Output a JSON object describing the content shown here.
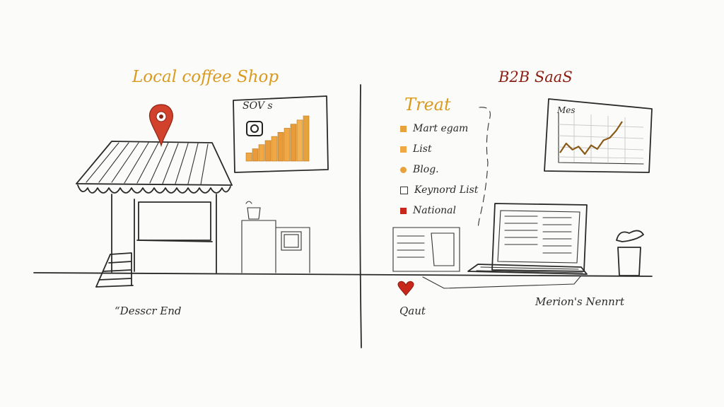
{
  "left_panel": {
    "title": "Local coffee Shop",
    "chart_label": "SOV s",
    "caption": "“Desscr End"
  },
  "right_panel": {
    "title": "B2B SaaS",
    "list_title": "Treat",
    "list_items": [
      {
        "label": "Mart egam",
        "color": "#e8a23c",
        "shape": "square"
      },
      {
        "label": "List",
        "color": "#f0a845",
        "shape": "square"
      },
      {
        "label": "Blog.",
        "color": "#e8a23c",
        "shape": "circle"
      },
      {
        "label": "Keynord List",
        "color": "#ffffff",
        "shape": "outline"
      },
      {
        "label": "National",
        "color": "#c8281c",
        "shape": "square"
      }
    ],
    "chart_label": "Mes",
    "caption_center": "Qaut",
    "caption_right": "Merion's Nennrt"
  },
  "icons": [
    "location-pin-icon",
    "instagram-icon",
    "heart-icon",
    "coffee-cup-icon",
    "laptop-icon"
  ],
  "chart_data": [
    {
      "type": "bar",
      "title": "SOV s",
      "values": [
        2,
        3,
        4,
        5,
        6,
        7,
        8,
        9,
        10,
        11
      ],
      "colors": [
        "#f0a845",
        "#e89b3a",
        "#f0a845",
        "#e89b3a",
        "#f0a845",
        "#e89b3a",
        "#f0a845",
        "#e89b3a",
        "#f0b455",
        "#e8a23c"
      ]
    },
    {
      "type": "line",
      "title": "Mes",
      "x": [
        0,
        1,
        2,
        3,
        4,
        5,
        6,
        7,
        8,
        9,
        10
      ],
      "values": [
        3,
        4.5,
        3.5,
        4,
        2.8,
        4.2,
        3.6,
        5,
        5.4,
        6.5,
        8
      ]
    }
  ]
}
